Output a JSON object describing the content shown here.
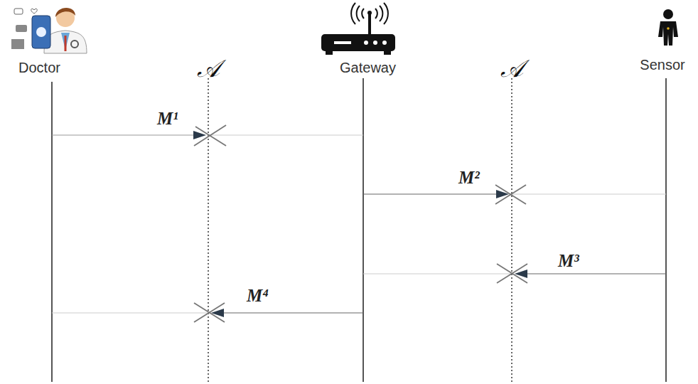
{
  "diagram": {
    "nodes": [
      {
        "text": [
          "Doctor"
        ]
      },
      {
        "text": [
          "Gateway"
        ]
      },
      {
        "text": [
          "Sensor"
        ]
      }
    ],
    "labels": [
      "𝒜",
      "𝒜",
      "M¹",
      "M²",
      "M³",
      "M⁴"
    ]
  }
}
